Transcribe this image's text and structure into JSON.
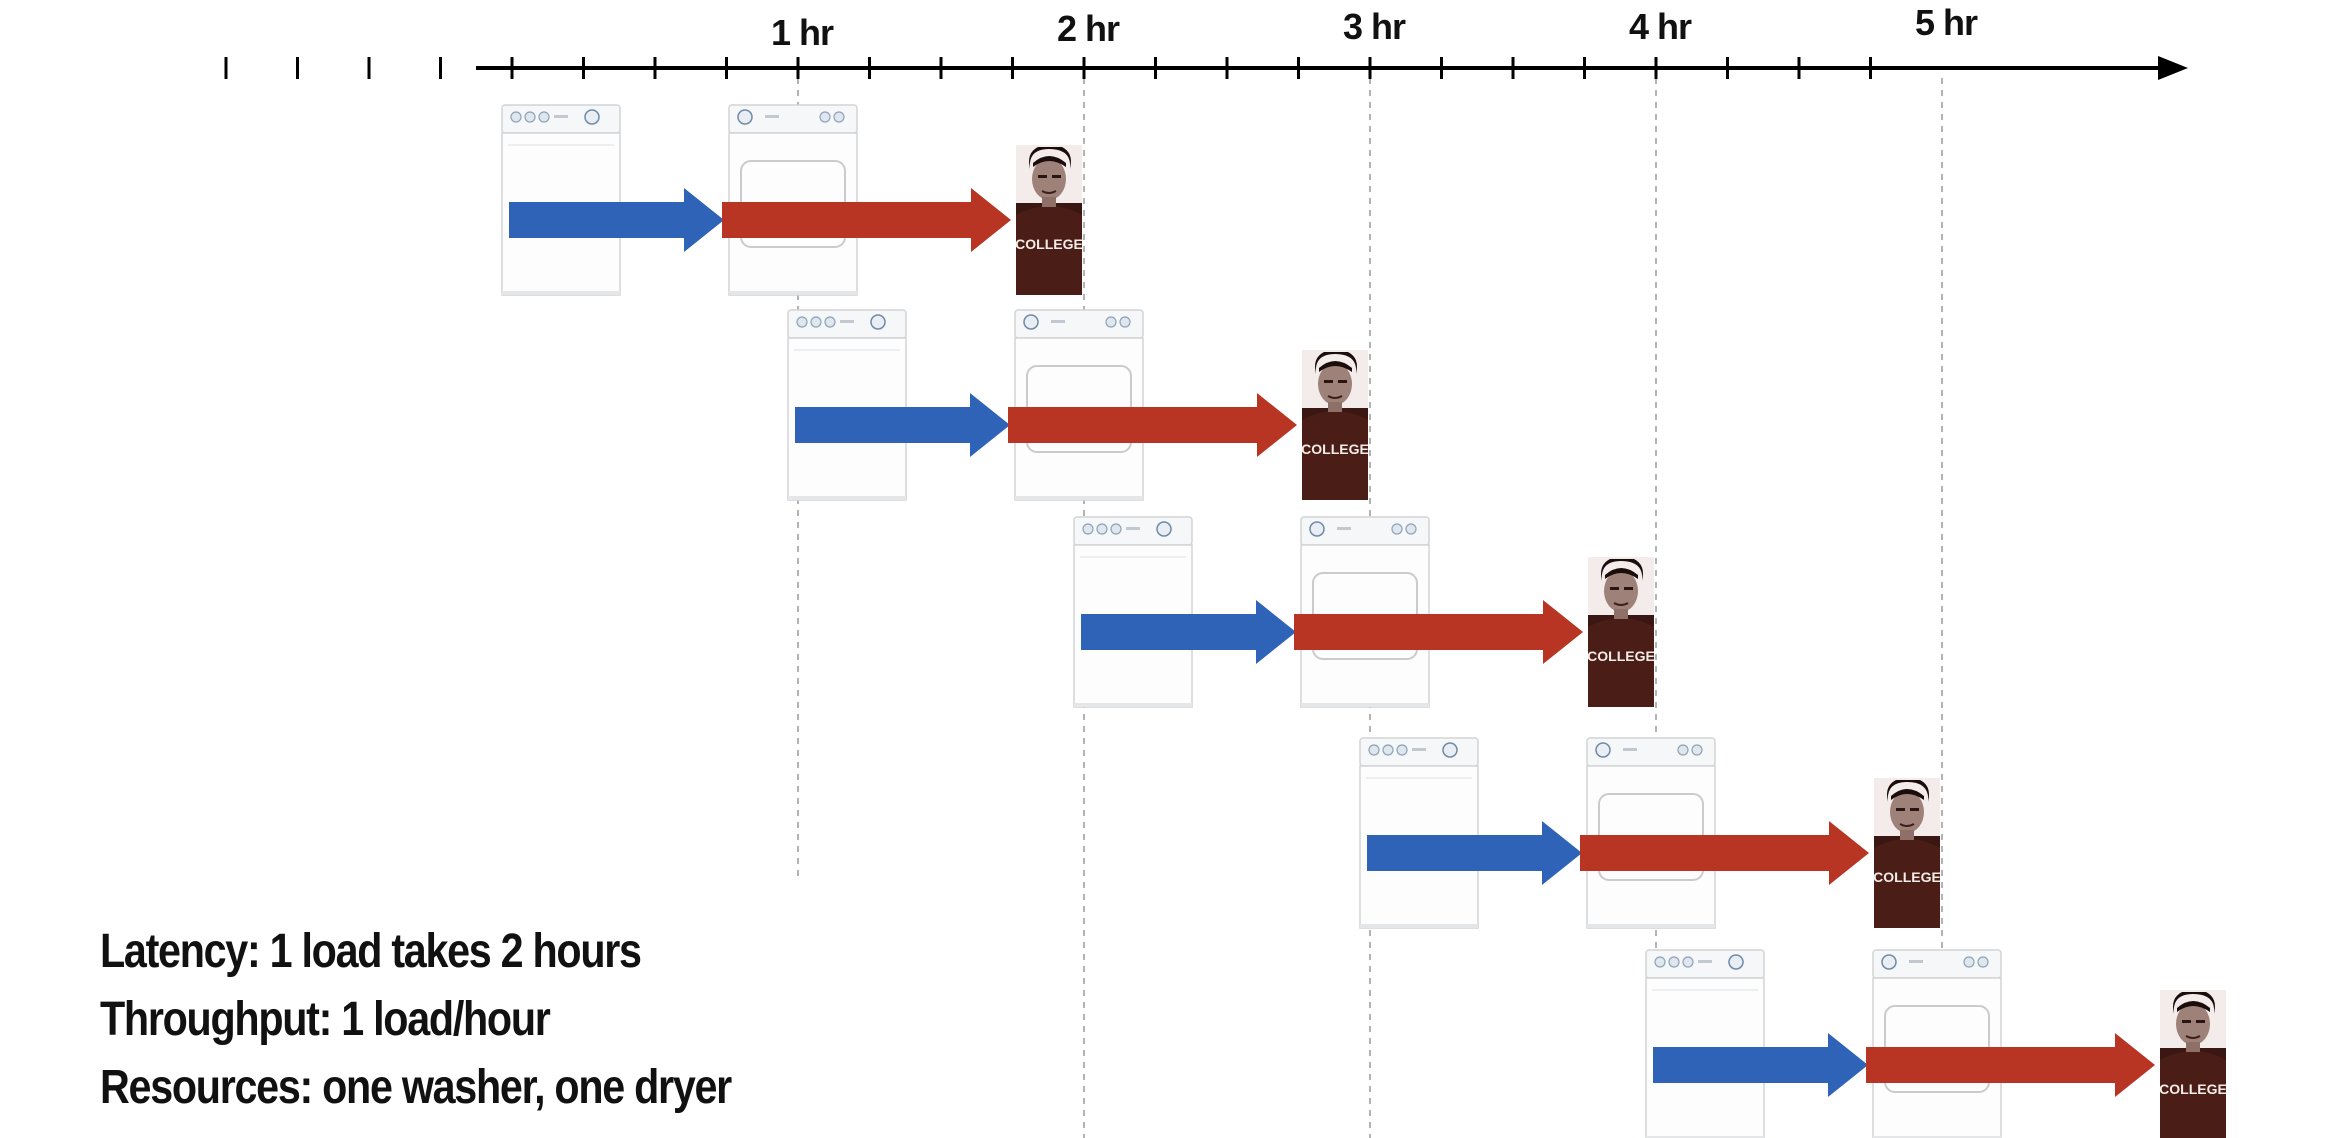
{
  "axis": {
    "tick_labels": [
      "1 hr",
      "2 hr",
      "3 hr",
      "4 hr",
      "5 hr"
    ]
  },
  "stats": {
    "latency": "Latency: 1 load takes 2 hours",
    "throughput": "Throughput: 1 load/hour",
    "resources": "Resources: one washer, one dryer"
  },
  "person_shirt_text": "COLLEGE",
  "colors": {
    "washer_arrow": "#2e63b7",
    "dryer_arrow": "#b83523",
    "shirt": "#3a1712",
    "axis": "#000000",
    "gridline": "#9a9a9a"
  },
  "icons": {
    "washer": "washing-machine-icon",
    "dryer": "clothes-dryer-icon",
    "person": "college-person-photo"
  },
  "loads": [
    {
      "wash_start_hr": 0.0,
      "dry_start_hr": 1.0,
      "done_hr": 2.0
    },
    {
      "wash_start_hr": 1.0,
      "dry_start_hr": 2.0,
      "done_hr": 3.0
    },
    {
      "wash_start_hr": 2.0,
      "dry_start_hr": 3.0,
      "done_hr": 4.0
    },
    {
      "wash_start_hr": 3.0,
      "dry_start_hr": 4.0,
      "done_hr": 5.0
    },
    {
      "wash_start_hr": 4.0,
      "dry_start_hr": 5.0,
      "done_hr": 6.0
    }
  ]
}
